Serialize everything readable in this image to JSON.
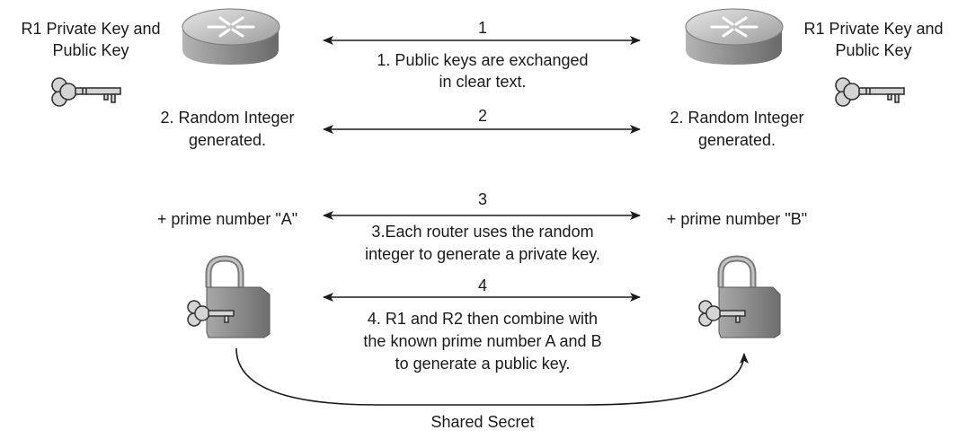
{
  "left": {
    "key_caption_line1": "R1 Private Key and",
    "key_caption_line2": "Public Key",
    "random_line1": "2. Random Integer",
    "random_line2": "generated.",
    "prime_label": "+ prime number \"A\""
  },
  "right": {
    "key_caption_line1": "R1 Private Key and",
    "key_caption_line2": "Public Key",
    "random_line1": "2. Random Integer",
    "random_line2": "generated.",
    "prime_label": "+ prime number \"B\""
  },
  "steps": [
    {
      "number": "1",
      "lines": [
        "1. Public keys are exchanged",
        "in clear text."
      ]
    },
    {
      "number": "2",
      "lines": []
    },
    {
      "number": "3",
      "lines": [
        "3.Each router uses the random",
        "integer to generate a private key."
      ]
    },
    {
      "number": "4",
      "lines": [
        "4. R1 and R2 then combine with",
        "the known prime number A and B",
        "to generate a public key."
      ]
    }
  ],
  "shared_secret_label": "Shared Secret",
  "colors": {
    "router_body": "#9a9a9a",
    "router_top": "#c8c8c8",
    "lock_body": "#8a8a8a",
    "key_fill": "#cfcfcf",
    "line": "#1a1a1a"
  }
}
